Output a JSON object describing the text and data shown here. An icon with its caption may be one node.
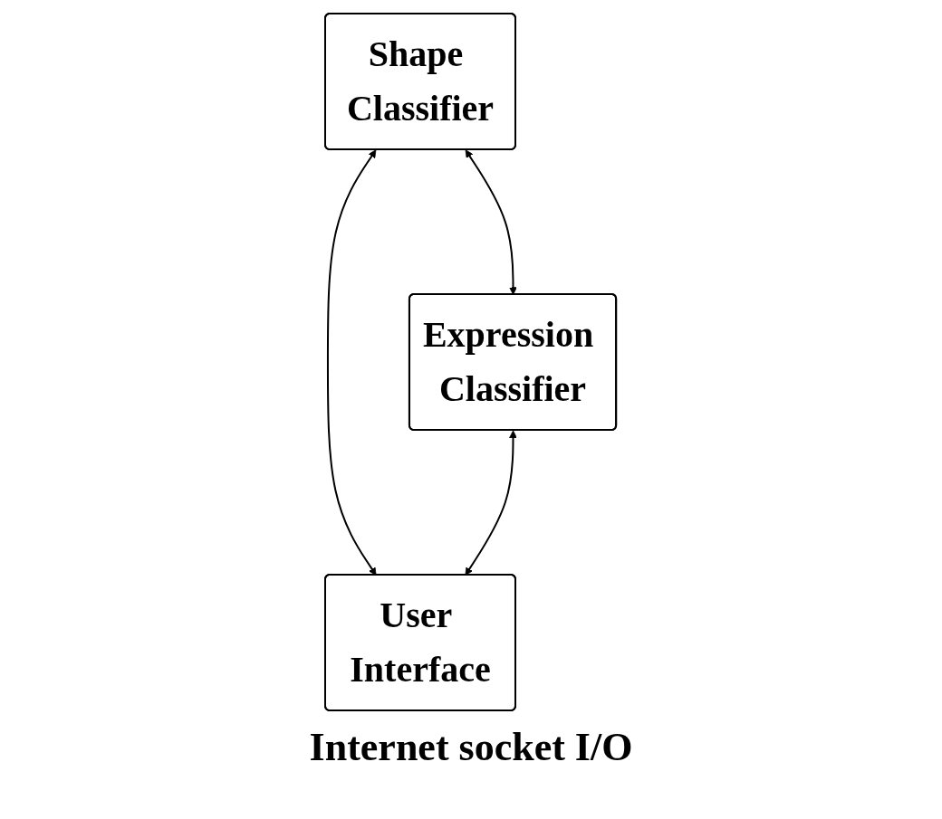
{
  "diagram": {
    "nodes": [
      {
        "text": [
          "Shape Classifier"
        ]
      },
      {
        "text": [
          "Expression Classifier"
        ]
      },
      {
        "text": [
          "User Interface"
        ]
      }
    ],
    "edges": [
      {
        "from": 0,
        "to": 1,
        "arrow": "both"
      },
      {
        "from": 0,
        "to": 2,
        "arrow": "both"
      },
      {
        "from": 1,
        "to": 2,
        "arrow": "both"
      }
    ],
    "labels": [
      "Internet socket I/O"
    ]
  }
}
